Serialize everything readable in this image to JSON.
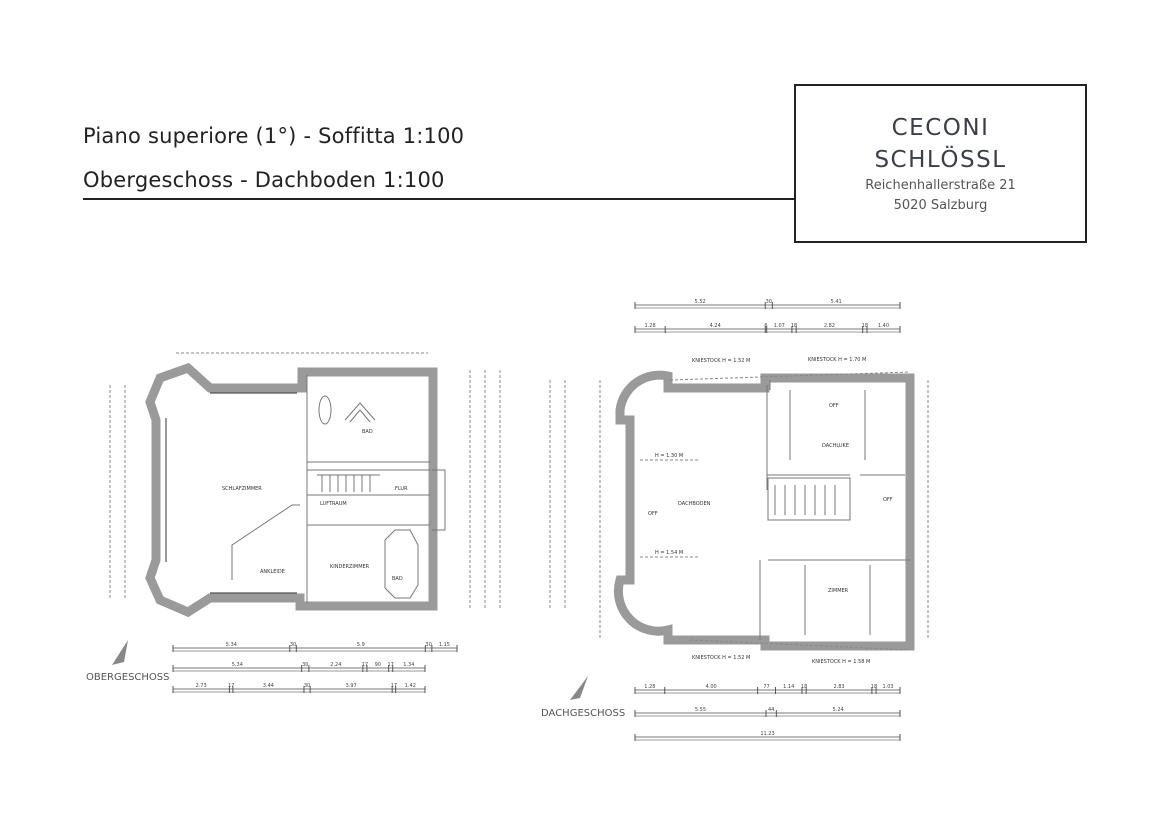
{
  "header": {
    "title_it": "Piano superiore (1°) - Soffitta 1:100",
    "title_de": "Obergeschoss - Dachboden 1:100"
  },
  "brand": {
    "name_line1": "CECONI",
    "name_line2": "SCHLÖSSL",
    "street": "Reichenhallerstraße 21",
    "city": "5020 Salzburg"
  },
  "plan_left": {
    "name": "OBERGESCHOSS",
    "rooms": {
      "schlafzimmer": "SCHLAFZIMMER",
      "bad": "BAD",
      "flur": "FLUR",
      "kinderzimmer": "KINDERZIMMER",
      "ankleide": "ANKLEIDE",
      "bad2": "BAD",
      "luftraum": "LUFTRAUM"
    },
    "dimension_chains": [
      [
        "5.34",
        "30",
        "5.9",
        "30",
        "1.15"
      ],
      [
        "5.34",
        "30",
        "2.24",
        "17",
        "90",
        "17",
        "1.34"
      ],
      [
        "2.73",
        "17",
        "3.44",
        "30",
        "3.97",
        "17",
        "1.42"
      ]
    ]
  },
  "plan_right": {
    "name": "DACHGESCHOSS",
    "rooms": {
      "dachboden": "DACHBODEN",
      "dachluke": "DACHLUKE",
      "zimmer": "ZIMMER",
      "h130": "H = 1.30 M",
      "h154": "H = 1.54 M",
      "knie_top_left": "KNIESTOCK H = 1.52 M",
      "knie_top_right": "KNIESTOCK H = 1.70 M",
      "knie_bottom_left": "KNIESTOCK H = 1.52 M",
      "knie_bottom_right": "KNIESTOCK H = 1.58 M",
      "off1": "OFF",
      "off2": "OFF",
      "off3": "OFF"
    },
    "dimension_chains_top": [
      [
        "5.52",
        "30",
        "5.41"
      ],
      [
        "1.28",
        "4.24",
        "6",
        "1.07",
        "18",
        "2.82",
        "18",
        "1.40"
      ]
    ],
    "dimension_chains_bottom": [
      [
        "1.28",
        "4.00",
        "77",
        "1.14",
        "18",
        "2.83",
        "18",
        "1.03"
      ],
      [
        "5.55",
        "44",
        "5.24"
      ],
      [
        "11.23"
      ]
    ]
  }
}
